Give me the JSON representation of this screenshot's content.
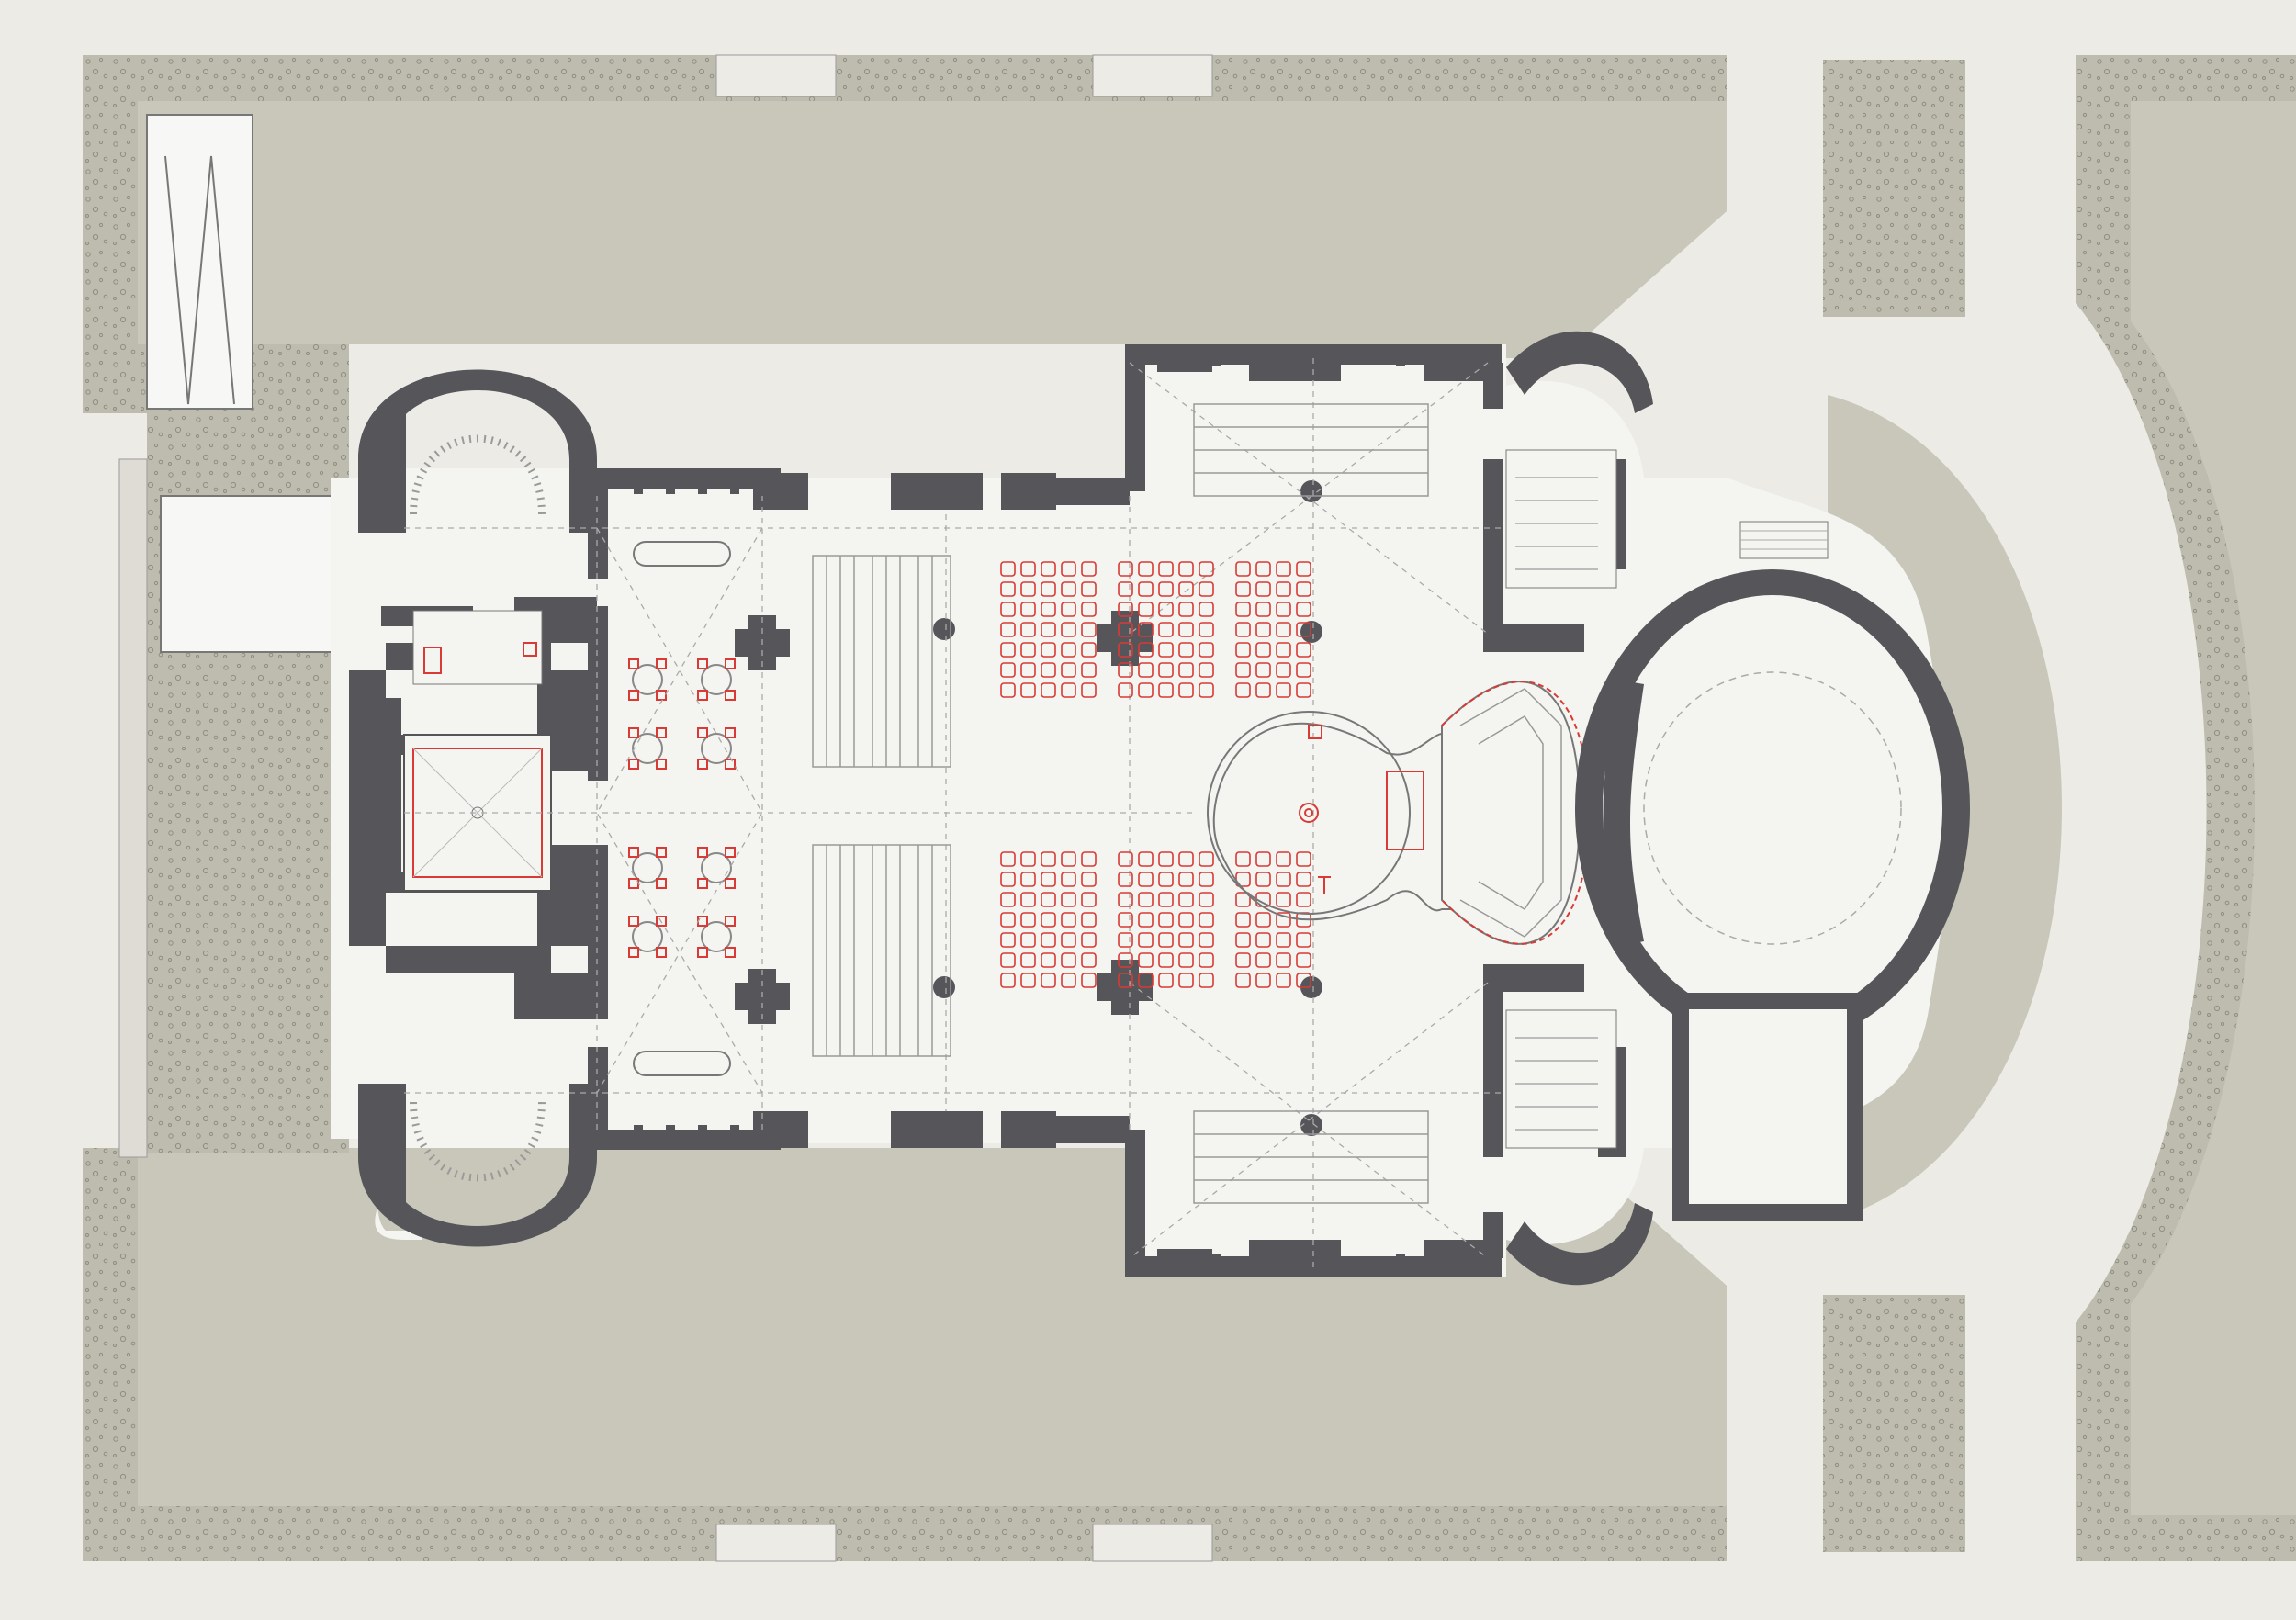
{
  "plan": {
    "colors": {
      "background": "#ecebe6",
      "lawn": "#c8c7ba",
      "hedge": "#b8b7a8",
      "wall": "#55555a",
      "floor": "#f4f4f1",
      "line": "#9a9a9a",
      "red": "#d93a35"
    },
    "seating": {
      "rows_per_column_upper": 7,
      "columns_upper": 14,
      "rows_per_column_lower": 7,
      "columns_lower": 14
    },
    "tables": 8,
    "pews": 4
  }
}
